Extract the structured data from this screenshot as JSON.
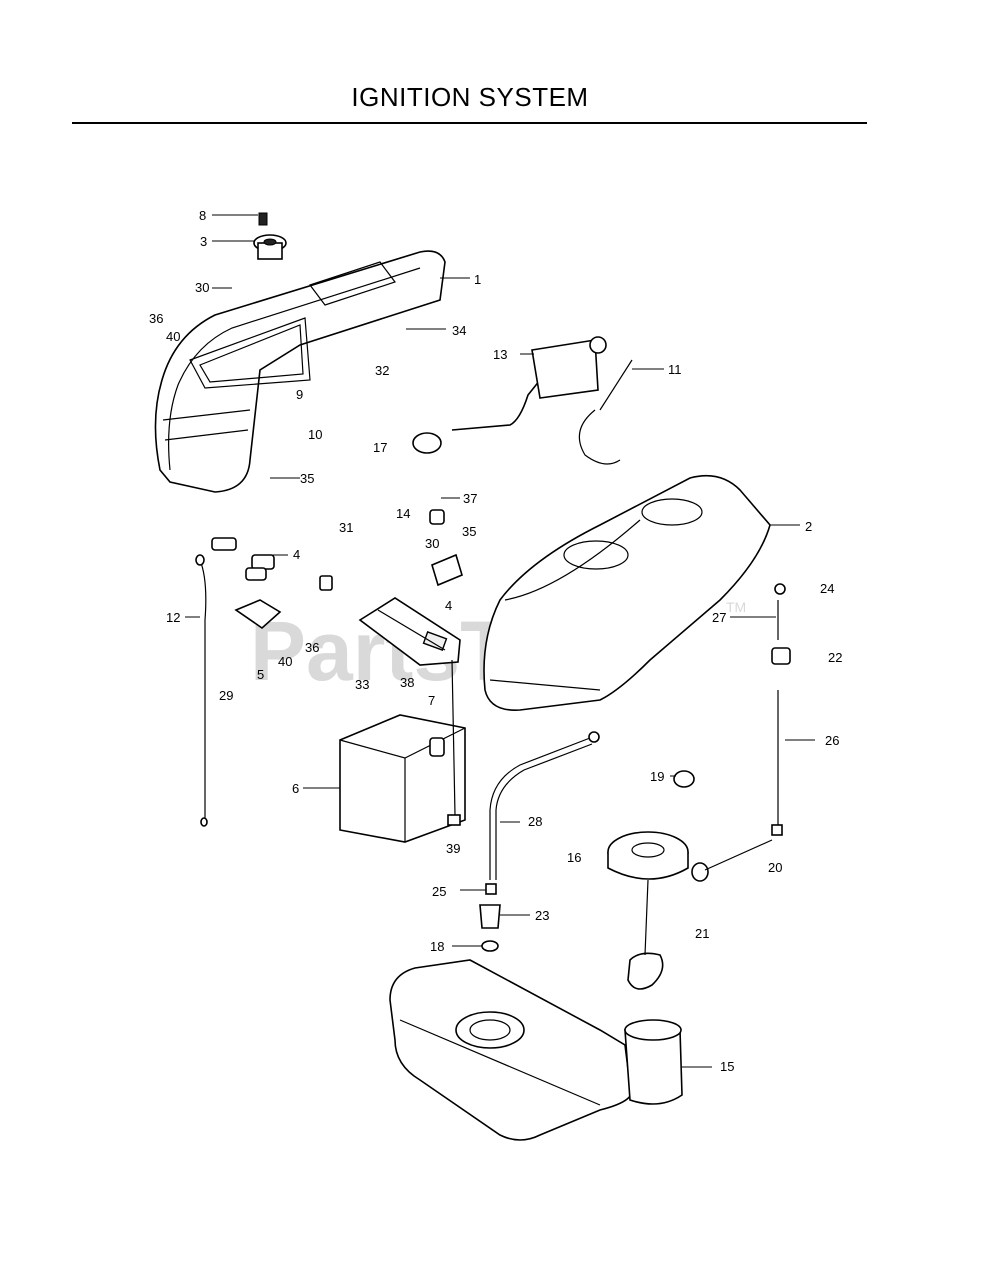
{
  "page": {
    "title": "IGNITION SYSTEM"
  },
  "watermark": {
    "text": "PartsTree",
    "trademark": "TM"
  },
  "callouts": [
    {
      "id": "c1",
      "label": "1"
    },
    {
      "id": "c2",
      "label": "2"
    },
    {
      "id": "c3",
      "label": "3"
    },
    {
      "id": "c4a",
      "label": "4"
    },
    {
      "id": "c4b",
      "label": "4"
    },
    {
      "id": "c5",
      "label": "5"
    },
    {
      "id": "c6",
      "label": "6"
    },
    {
      "id": "c7",
      "label": "7"
    },
    {
      "id": "c8",
      "label": "8"
    },
    {
      "id": "c9",
      "label": "9"
    },
    {
      "id": "c10",
      "label": "10"
    },
    {
      "id": "c11",
      "label": "11"
    },
    {
      "id": "c12",
      "label": "12"
    },
    {
      "id": "c13",
      "label": "13"
    },
    {
      "id": "c14",
      "label": "14"
    },
    {
      "id": "c15",
      "label": "15"
    },
    {
      "id": "c16",
      "label": "16"
    },
    {
      "id": "c17",
      "label": "17"
    },
    {
      "id": "c18",
      "label": "18"
    },
    {
      "id": "c19",
      "label": "19"
    },
    {
      "id": "c20",
      "label": "20"
    },
    {
      "id": "c21",
      "label": "21"
    },
    {
      "id": "c22",
      "label": "22"
    },
    {
      "id": "c23",
      "label": "23"
    },
    {
      "id": "c24",
      "label": "24"
    },
    {
      "id": "c25",
      "label": "25"
    },
    {
      "id": "c26",
      "label": "26"
    },
    {
      "id": "c27",
      "label": "27"
    },
    {
      "id": "c28",
      "label": "28"
    },
    {
      "id": "c29",
      "label": "29"
    },
    {
      "id": "c30a",
      "label": "30"
    },
    {
      "id": "c30b",
      "label": "30"
    },
    {
      "id": "c31",
      "label": "31"
    },
    {
      "id": "c32",
      "label": "32"
    },
    {
      "id": "c33",
      "label": "33"
    },
    {
      "id": "c34",
      "label": "34"
    },
    {
      "id": "c35a",
      "label": "35"
    },
    {
      "id": "c35b",
      "label": "35"
    },
    {
      "id": "c36a",
      "label": "36"
    },
    {
      "id": "c36b",
      "label": "36"
    },
    {
      "id": "c37",
      "label": "37"
    },
    {
      "id": "c38",
      "label": "38"
    },
    {
      "id": "c39",
      "label": "39"
    },
    {
      "id": "c40a",
      "label": "40"
    },
    {
      "id": "c40b",
      "label": "40"
    }
  ]
}
